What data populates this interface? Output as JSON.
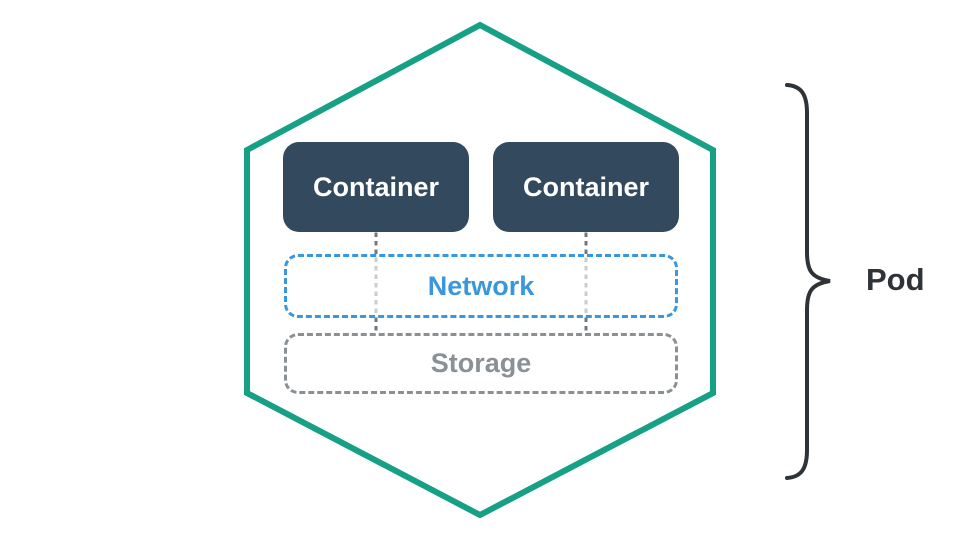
{
  "diagram": {
    "containers": [
      {
        "label": "Container"
      },
      {
        "label": "Container"
      }
    ],
    "network_label": "Network",
    "storage_label": "Storage",
    "pod_label": "Pod"
  },
  "colors": {
    "hexagon-green": "#16a085",
    "container-navy": "#334a5e",
    "container-text": "#ffffff",
    "network-blue": "#3b97dd",
    "storage-gray": "#8a9196",
    "connector-dark": "#70787e",
    "connector-light": "#c9cdd1",
    "brace-dark": "#2e3338",
    "background": "#ffffff"
  }
}
